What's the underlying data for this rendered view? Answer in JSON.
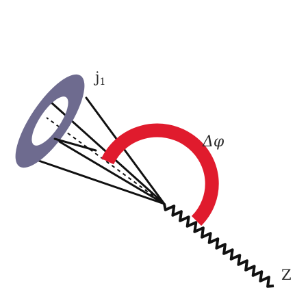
{
  "diagram": {
    "labels": {
      "jet": "j",
      "jet_subscript": "1",
      "angle": "Δφ",
      "boson": "Z"
    },
    "colors": {
      "background": "#ffffff",
      "jet_ring": "#6e6b8f",
      "jet_lines": "#111111",
      "arc": "#e01b2d",
      "wavy_line": "#111111",
      "label_text": "#2a2a2a"
    }
  }
}
